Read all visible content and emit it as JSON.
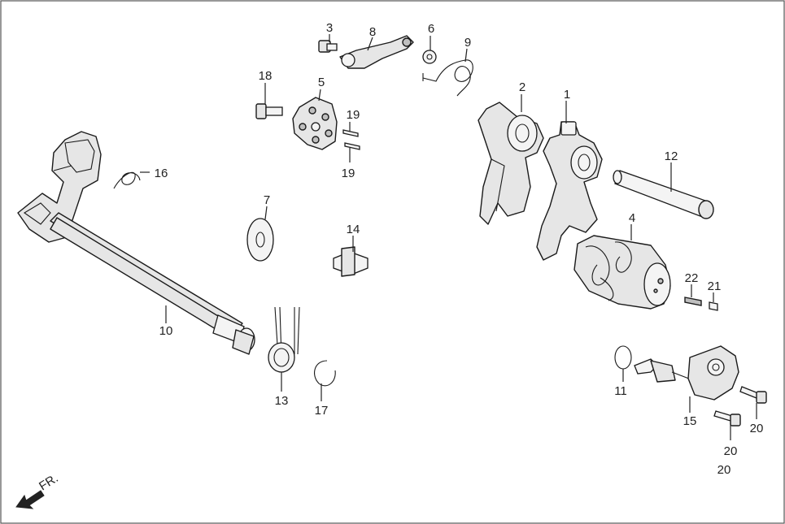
{
  "labels": {
    "l1": "1",
    "l2": "2",
    "l3": "3",
    "l4": "4",
    "l5": "5",
    "l6": "6",
    "l7": "7",
    "l8": "8",
    "l9": "9",
    "l10": "10",
    "l11": "11",
    "l12": "12",
    "l13": "13",
    "l14": "14",
    "l15": "15",
    "l16": "16",
    "l17": "17",
    "l18": "18",
    "l19a": "19",
    "l19b": "19",
    "l20a": "20",
    "l20b": "20",
    "l20c": "20",
    "l21": "21",
    "l22": "22"
  },
  "direction": {
    "text": "FR."
  }
}
